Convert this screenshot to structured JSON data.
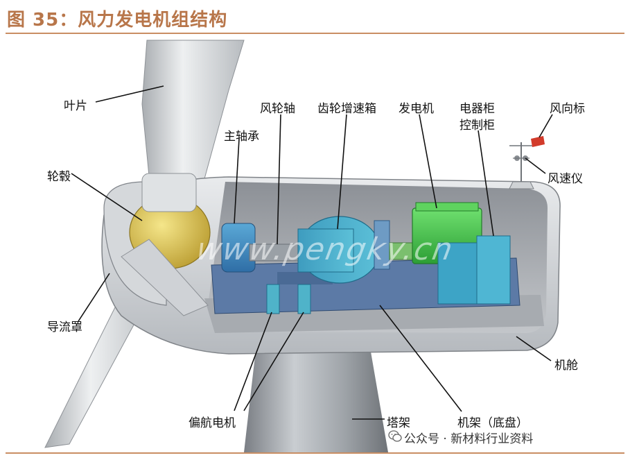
{
  "title": "图 35：风力发电机组结构",
  "labels": {
    "blade": "叶片",
    "hub": "轮毂",
    "spinner": "导流罩",
    "main_bearing": "主轴承",
    "rotor_shaft": "风轮轴",
    "gearbox": "齿轮增速箱",
    "generator": "发电机",
    "cabinet_line1": "电器柜",
    "cabinet_line2": "控制柜",
    "wind_vane": "风向标",
    "anemometer": "风速仪",
    "nacelle": "机舱",
    "yaw_motor": "偏航电机",
    "tower": "塔架",
    "frame": "机架（底盘）"
  },
  "watermark": "www.pengky.cn",
  "footer": "公众号 · 新材料行业资料",
  "colors": {
    "title": "#b8764a",
    "rule": "#c98e63",
    "nacelle_shell": "#d9dcdf",
    "machinery_blue": "#3e7ec0",
    "generator_green": "#3fc24a",
    "hub_yellow": "#e3cc52"
  }
}
